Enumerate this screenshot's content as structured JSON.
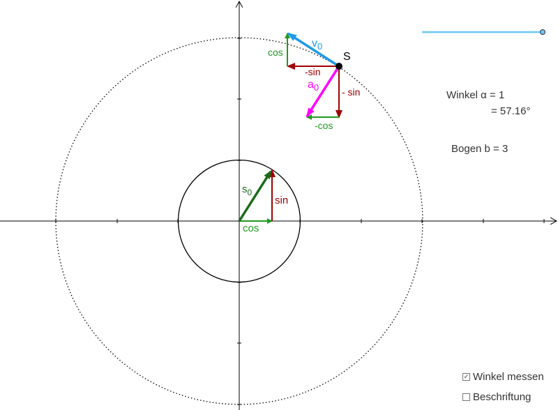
{
  "labels": {
    "point_s": "S",
    "v0": "v",
    "v0_sub": "0",
    "a0": "a",
    "a0_sub": "0",
    "s0": "s",
    "s0_sub": "0",
    "cos_top": "cos",
    "neg_sin_horizontal": "-sin",
    "neg_sin_vertical": "- sin",
    "neg_cos": "-cos",
    "sin_small": "sin",
    "cos_small": "cos"
  },
  "info": {
    "angle_line": "Winkel α = 1",
    "angle_degrees": "= 57.16°",
    "arc_line": "Bogen b = 3"
  },
  "slider": {
    "value_fraction": 1.0
  },
  "checkboxes": [
    {
      "label": "Winkel messen",
      "checked": true
    },
    {
      "label": "Beschriftung",
      "checked": false
    }
  ],
  "colors": {
    "green": "#1f9a1f",
    "dark_green": "#1a6b1a",
    "dark_red": "#a00000",
    "blue": "#1e9be8",
    "magenta": "#ff00ff",
    "slider": "#6cc8f5"
  }
}
